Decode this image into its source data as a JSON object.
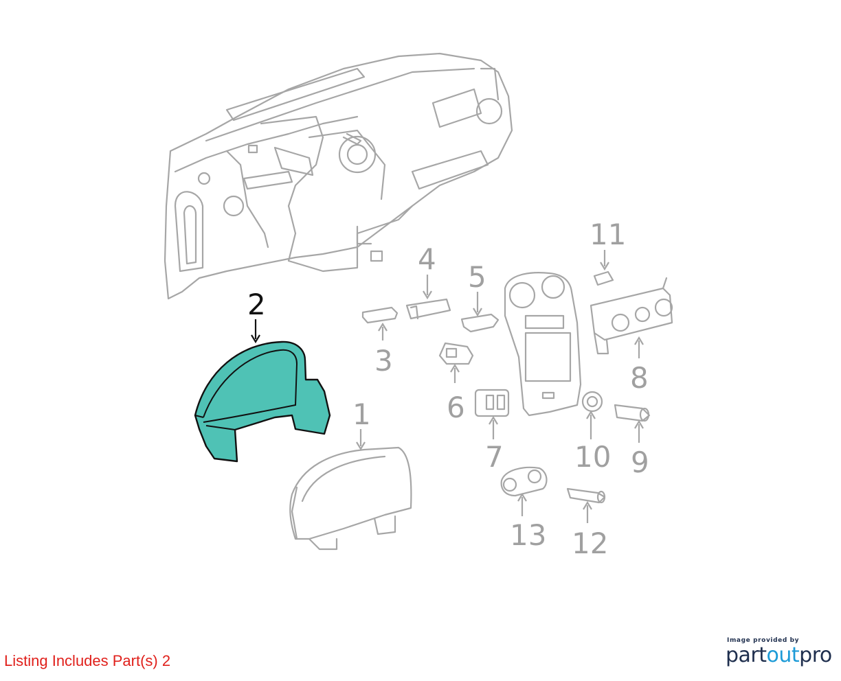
{
  "callouts": [
    {
      "id": "1",
      "label": "1",
      "selected": false
    },
    {
      "id": "2",
      "label": "2",
      "selected": true
    },
    {
      "id": "3",
      "label": "3",
      "selected": false
    },
    {
      "id": "4",
      "label": "4",
      "selected": false
    },
    {
      "id": "5",
      "label": "5",
      "selected": false
    },
    {
      "id": "6",
      "label": "6",
      "selected": false
    },
    {
      "id": "7",
      "label": "7",
      "selected": false
    },
    {
      "id": "8",
      "label": "8",
      "selected": false
    },
    {
      "id": "9",
      "label": "9",
      "selected": false
    },
    {
      "id": "10",
      "label": "10",
      "selected": false
    },
    {
      "id": "11",
      "label": "11",
      "selected": false
    },
    {
      "id": "12",
      "label": "12",
      "selected": false
    },
    {
      "id": "13",
      "label": "13",
      "selected": false
    }
  ],
  "listing_text": "Listing Includes Part(s) 2",
  "credit": {
    "small_text": "Image provided by",
    "logo_part1": "part",
    "logo_part2": "out",
    "logo_part3": "pro"
  },
  "colors": {
    "highlight_fill": "#4fc2b5",
    "listing_text": "#e0201b",
    "logo_dark": "#1f2f4e",
    "logo_accent": "#1d9bd7"
  }
}
